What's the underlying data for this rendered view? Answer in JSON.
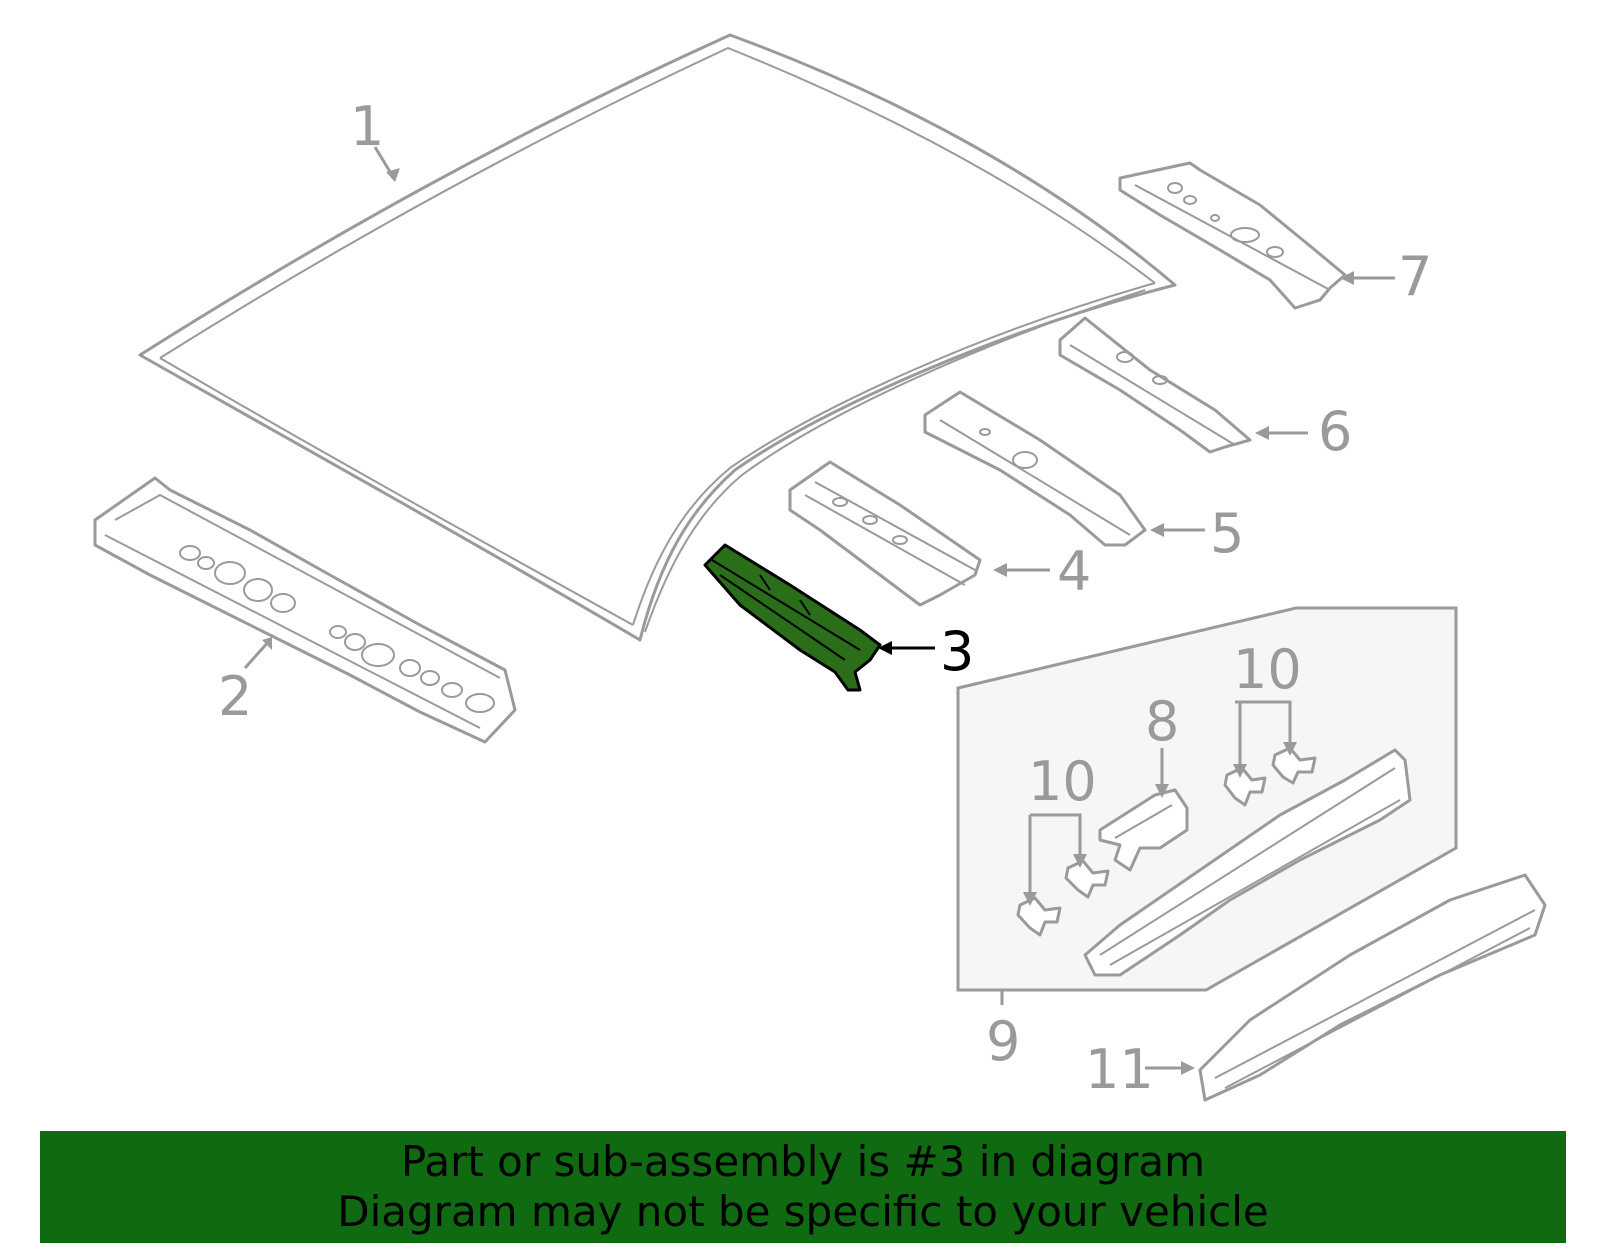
{
  "diagram": {
    "callouts": {
      "c1": "1",
      "c2": "2",
      "c3": "3",
      "c4": "4",
      "c5": "5",
      "c6": "6",
      "c7": "7",
      "c8": "8",
      "c9": "9",
      "c10a": "10",
      "c10b": "10",
      "c11": "11"
    },
    "highlighted_part": "3",
    "colors": {
      "line": "#9a9a9a",
      "highlight": "#2a6e1a",
      "banner": "#0f6a12"
    }
  },
  "banner": {
    "line1": "Part or sub-assembly is #3 in diagram",
    "line2": "Diagram may not be specific to your vehicle"
  }
}
